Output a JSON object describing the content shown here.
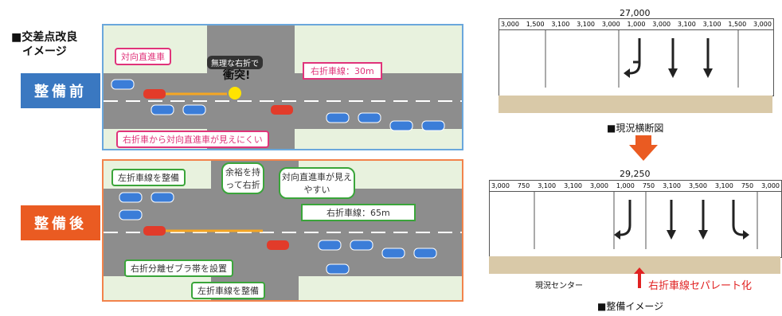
{
  "left": {
    "title_line1": "■交差点改良",
    "title_line2": "イメージ",
    "before_tag": "整備前",
    "after_tag": "整備後",
    "before": {
      "oncoming": "対向直進車",
      "danger": "無理な右折で",
      "crash": "衝突!",
      "lane": "右折車線：30m",
      "hard_to_see": "右折車から対向直進車が見えにくい"
    },
    "after": {
      "left_lane": "左折車線を整備",
      "relaxed": "余裕を持って右折",
      "easy_to_see": "対向直進車が見えやすい",
      "lane": "右折車線：65m",
      "zebra": "右折分離ゼブラ帯を設置",
      "left_lane2": "左折車線を整備"
    }
  },
  "right": {
    "top_total": "27,000",
    "top_dims": [
      "3,000",
      "1,500",
      "3,100",
      "3,100",
      "3,000",
      "1,000",
      "3,000",
      "3,100",
      "3,100",
      "1,500",
      "3,000"
    ],
    "top_caption": "■現況横断図",
    "bottom_total": "29,250",
    "bottom_dims": [
      "3,000",
      "750",
      "3,100",
      "3,100",
      "3,000",
      "1,000",
      "750",
      "3,100",
      "3,500",
      "3,100",
      "750",
      "3,000"
    ],
    "center_label": "現況センター",
    "separate_label": "右折車線セパレート化",
    "bottom_caption": "■整備イメージ"
  },
  "colors": {
    "before": "#3a78c1",
    "after": "#ea5b22",
    "road": "#8d8d8d",
    "label_pink": "#e0337a",
    "label_green": "#3aa53a"
  }
}
